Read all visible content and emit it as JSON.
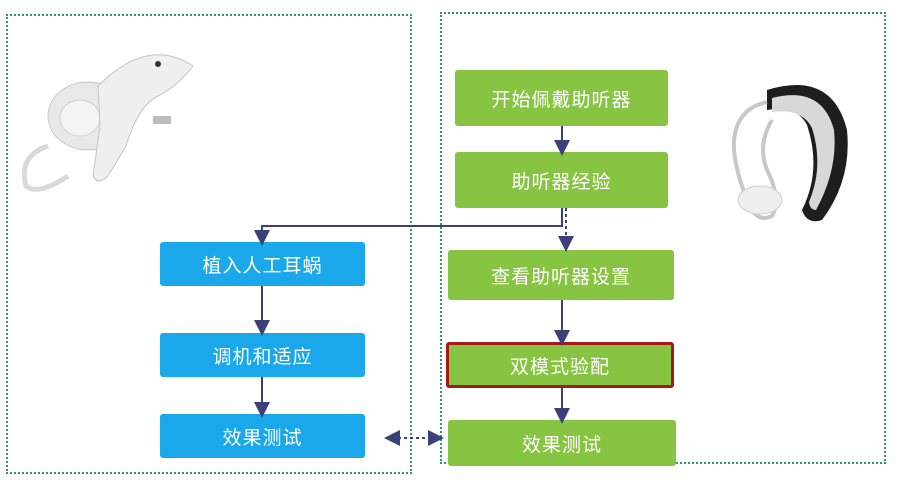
{
  "colors": {
    "frame": "#2f9a5a",
    "blue_box": "#1ba8ea",
    "green_box": "#86c442",
    "highlight_border": "#a5191b",
    "arrow": "#3b3f7a"
  },
  "left_column": {
    "steps": [
      {
        "label": "植入人工耳蜗"
      },
      {
        "label": "调机和适应"
      },
      {
        "label": "效果测试"
      }
    ],
    "image_icon": "cochlear-implant-processor"
  },
  "right_column": {
    "steps": [
      {
        "label": "开始佩戴助听器"
      },
      {
        "label": "助听器经验"
      },
      {
        "label": "查看助听器设置"
      },
      {
        "label": "双模式验配",
        "highlighted": true
      },
      {
        "label": "效果测试"
      }
    ],
    "image_icon": "behind-the-ear-hearing-aid"
  }
}
